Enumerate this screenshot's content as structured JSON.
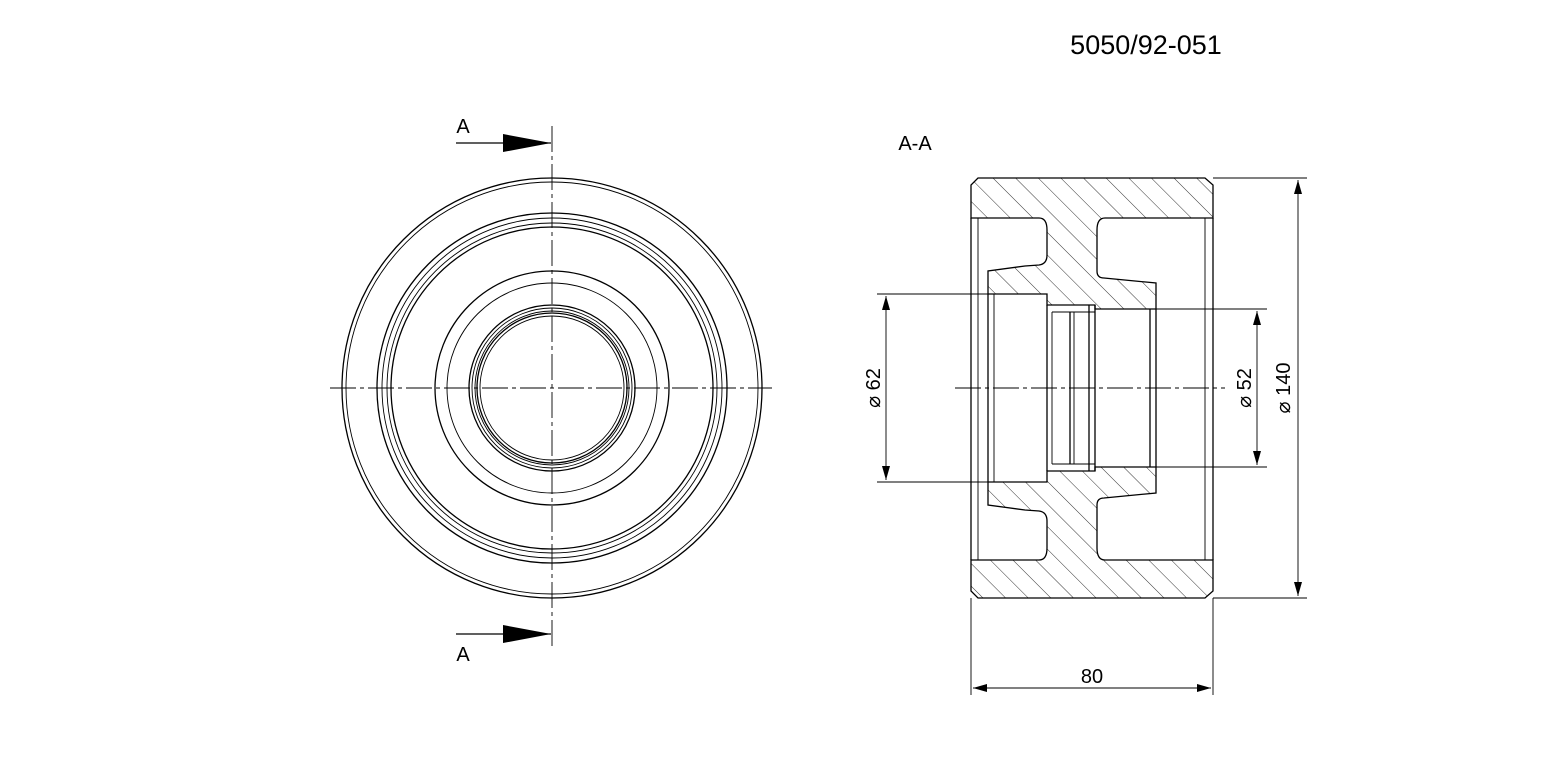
{
  "drawing": {
    "drawing_number": "5050/92-051",
    "section_marker_top": "A",
    "section_marker_bottom": "A",
    "section_title": "A-A",
    "dim_bore_large": "62",
    "dim_bore_small": "52",
    "dim_outer": "140",
    "dim_length": "80",
    "diameter_symbol": "⌀"
  }
}
